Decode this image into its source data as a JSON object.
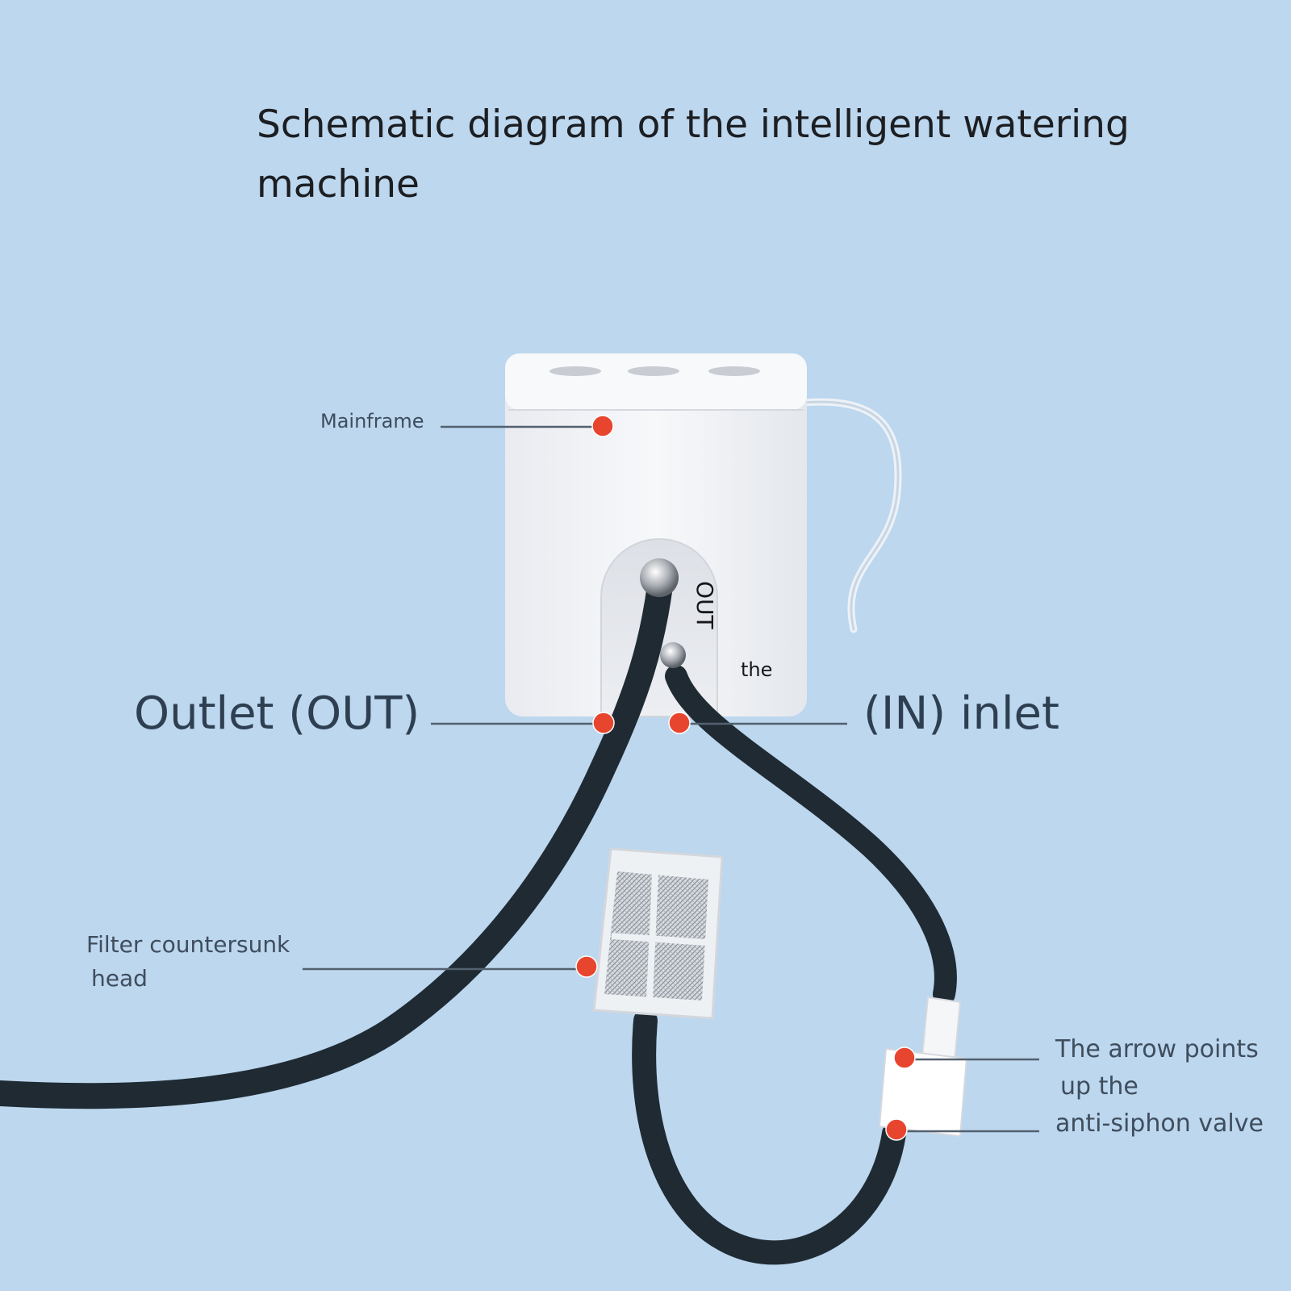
{
  "title": "Schematic diagram of the intelligent watering machine",
  "callouts": {
    "mainframe": "Mainframe",
    "outlet": "Outlet (OUT)",
    "inlet": "(IN) inlet",
    "filter": [
      "Filter countersunk",
      "head"
    ],
    "valve": [
      "The arrow points",
      "up the",
      "anti-siphon valve"
    ]
  },
  "device": {
    "port_out_label": "OUT",
    "port_in_label": "the"
  },
  "colors": {
    "background": "#bcd7ee",
    "marker": "#e8452f",
    "tube": "#1f2a33",
    "leader_line": "#53606e",
    "device_body": "#f3f4f7"
  }
}
